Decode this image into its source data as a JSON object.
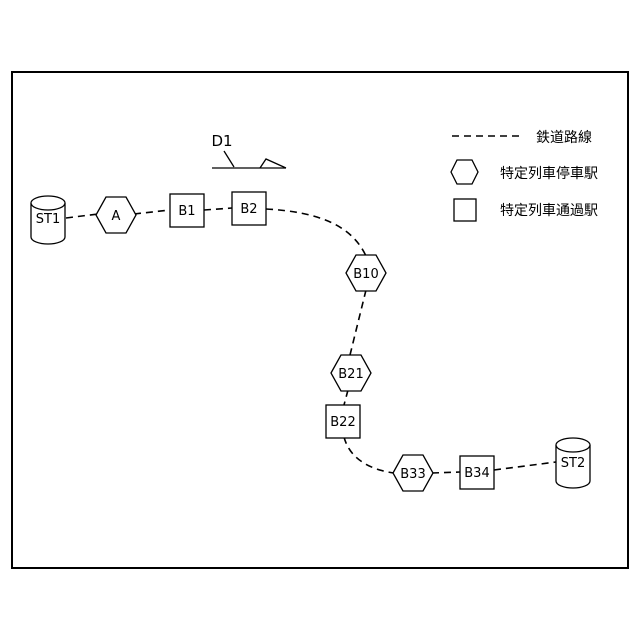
{
  "direction_label": "D1",
  "legend": {
    "rail": "鉄道路線",
    "stop": "特定列車停車駅",
    "pass": "特定列車通過駅"
  },
  "stations": {
    "st1": "ST1",
    "a": "A",
    "b1": "B1",
    "b2": "B2",
    "b10": "B10",
    "b21": "B21",
    "b22": "B22",
    "b33": "B33",
    "b34": "B34",
    "st2": "ST2"
  }
}
